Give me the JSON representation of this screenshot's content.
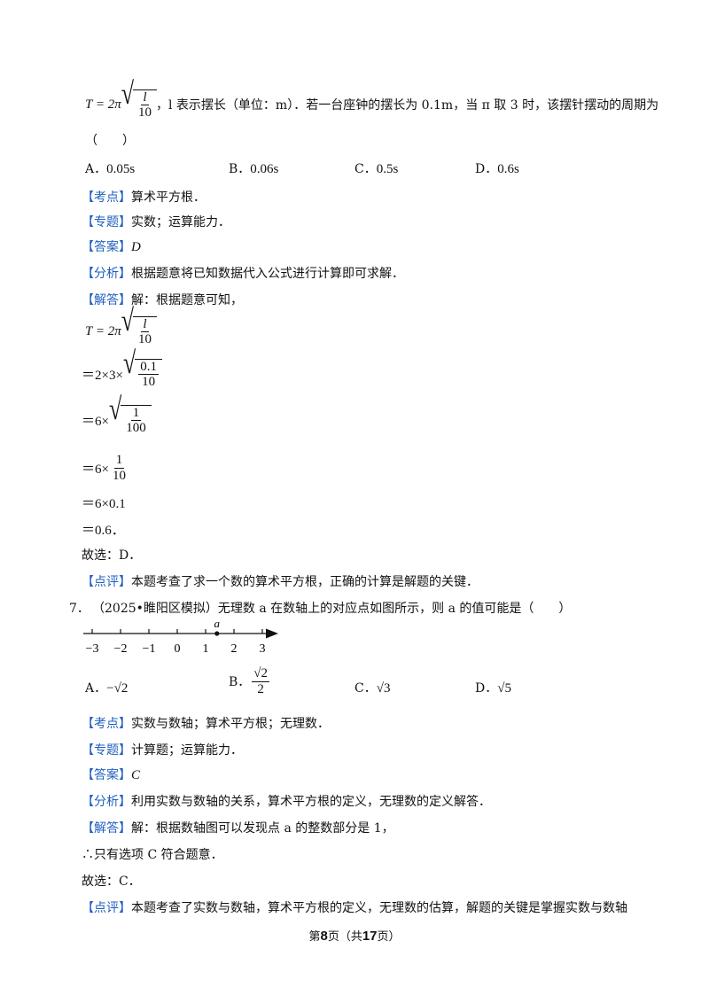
{
  "q6": {
    "formula_lhs": "T = 2π",
    "formula_num": "l",
    "formula_den": "10",
    "stem_text": "，l 表示摆长（单位：m）．若一台座钟的摆长为 0.1m，当 π 取 3 时，该摆针摆动的周期为",
    "blank": "（　　）",
    "options": [
      {
        "label": "A．",
        "value": "0.05s"
      },
      {
        "label": "B．",
        "value": "0.06s"
      },
      {
        "label": "C．",
        "value": "0.5s"
      },
      {
        "label": "D．",
        "value": "0.6s"
      }
    ],
    "kaodian_tag": "【考点】",
    "kaodian": "算术平方根．",
    "zhuanti_tag": "【专题】",
    "zhuanti": "实数；运算能力．",
    "answer_tag": "【答案】",
    "answer": "D",
    "fenxi_tag": "【分析】",
    "fenxi": "根据题意将已知数据代入公式进行计算即可求解．",
    "jieda_tag": "【解答】",
    "jieda": "解：根据题意可知，",
    "steps": {
      "s1_lhs": "T = 2π",
      "s1_num": "l",
      "s1_den": "10",
      "s2_lhs": "＝2×3×",
      "s2_num": "0.1",
      "s2_den": "10",
      "s3_lhs": "＝6×",
      "s3_num": "1",
      "s3_den": "100",
      "s4_lhs": "＝6×",
      "s4_num": "1",
      "s4_den": "10",
      "s5": "＝6×0.1",
      "s6": "＝0.6．"
    },
    "guxuan": "故选：D．",
    "dianping_tag": "【点评】",
    "dianping": "本题考查了求一个数的算术平方根，正确的计算是解题的关键．"
  },
  "q7": {
    "number": "7．",
    "stem": "（2025•睢阳区模拟）无理数 a 在数轴上的对应点如图所示，则 a 的值可能是（　　）",
    "numberline": {
      "point_label": "a",
      "point_value": 1.4,
      "ticks": [
        "−3",
        "−2",
        "−1",
        "0",
        "1",
        "2",
        "3"
      ]
    },
    "options": [
      {
        "label": "A．",
        "value": "−√2"
      },
      {
        "label": "B．",
        "num": "√2",
        "den": "2"
      },
      {
        "label": "C．",
        "value": "√3"
      },
      {
        "label": "D．",
        "value": "√5"
      }
    ],
    "kaodian_tag": "【考点】",
    "kaodian": "实数与数轴；算术平方根；无理数．",
    "zhuanti_tag": "【专题】",
    "zhuanti": "计算题；运算能力．",
    "answer_tag": "【答案】",
    "answer": "C",
    "fenxi_tag": "【分析】",
    "fenxi": "利用实数与数轴的关系，算术平方根的定义，无理数的定义解答．",
    "jieda_tag": "【解答】",
    "jieda": "解：根据数轴图可以发现点 a 的整数部分是 1，",
    "therefore": "∴只有选项 C 符合题意．",
    "guxuan": "故选：C．",
    "dianping_tag": "【点评】",
    "dianping": "本题考查了实数与数轴，算术平方根的定义，无理数的估算，解题的关键是掌握实数与数轴"
  },
  "footer": {
    "pre": "第",
    "page": "8",
    "mid": "页（共",
    "total": "17",
    "post": "页）"
  }
}
